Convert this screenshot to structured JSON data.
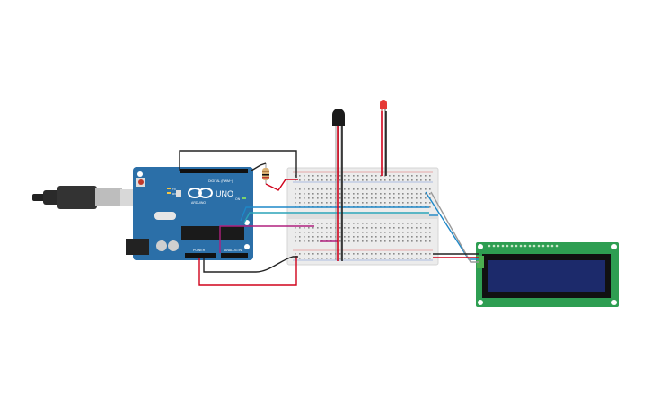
{
  "arduino": {
    "model_label": "UNO",
    "brand_label": "ARDUINO",
    "digital_label": "DIGITAL (PWM~)",
    "power_label": "POWER",
    "analog_label": "ANALOG IN",
    "on_label": "ON",
    "tx_label": "TX",
    "rx_label": "RX",
    "board_color": "#2b6fa8"
  },
  "colors": {
    "breadboard": "#ececec",
    "lcd_pcb": "#2e9e52",
    "lcd_screen": "#1c2a6b",
    "wire_red": "#d0021b",
    "wire_black": "#222222",
    "wire_blue": "#1e88c8",
    "wire_teal": "#2aa3b8",
    "wire_magenta": "#b0207e",
    "wire_gray": "#9a9a9a"
  }
}
